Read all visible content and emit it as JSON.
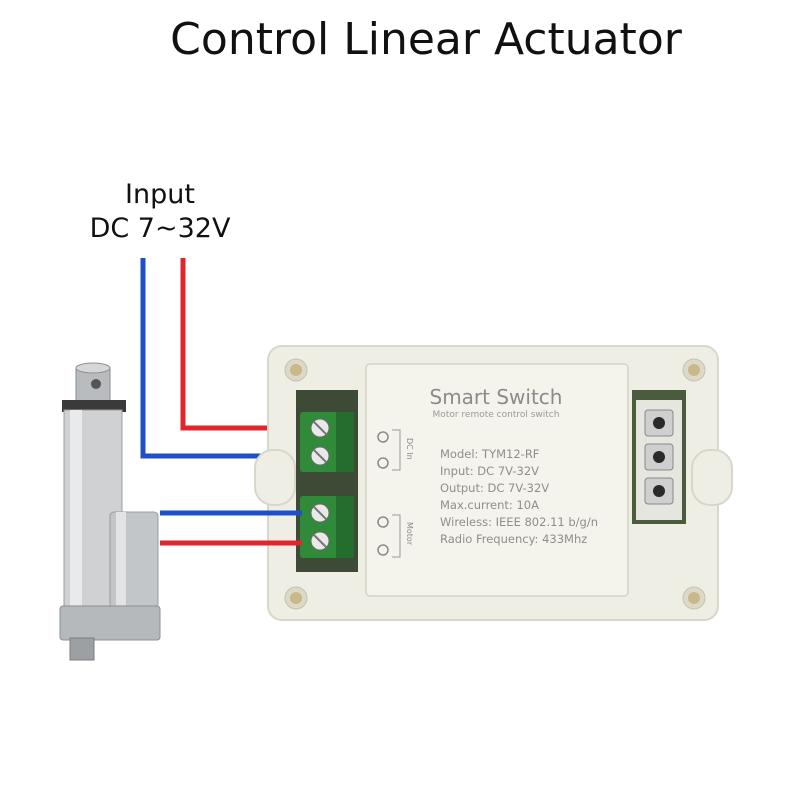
{
  "title": "Control Linear Actuator",
  "input_label": {
    "line1": "Input",
    "line2": "DC 7~32V"
  },
  "device": {
    "brand": "Smart Switch",
    "subtitle": "Motor remote control switch",
    "specs": [
      "Model:  TYM12-RF",
      "Input:  DC 7V-32V",
      "Output:  DC 7V-32V",
      "Max.current:  10A",
      "Wireless:  IEEE 802.11 b/g/n",
      "Radio Frequency:  433Mhz"
    ],
    "dc_in_label": "DC In",
    "motor_label": "Motor"
  },
  "colors": {
    "wire_positive": "#e0252b",
    "wire_negative": "#1f4fc8",
    "terminal_green": "#2f8a3a",
    "housing": "#f0efe6"
  }
}
